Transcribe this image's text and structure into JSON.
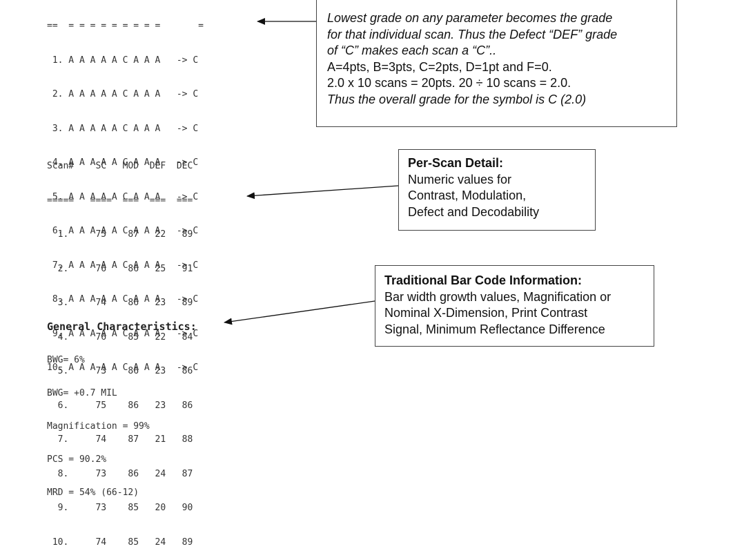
{
  "grade_table": {
    "header_marks": "==  = = = = = = = = =       =",
    "rows": [
      " 1. A A A A A C A A A   -> C",
      " 2. A A A A A C A A A   -> C",
      " 3. A A A A A C A A A   -> C",
      " 4. A A A A A C A A A   -> C",
      " 5. A A A A A C A A A   -> C",
      " 6. A A A A A C A A A   -> C",
      " 7. A A A A A C A A A   -> C",
      " 8. A A A A A C A A A   -> C",
      " 9. A A A A A C A A A   -> C",
      "10. A A A A A C A A A   -> C"
    ]
  },
  "grade_note": {
    "lines": [
      {
        "text": "Lowest grade on any parameter becomes the grade",
        "italic": true
      },
      {
        "text": "for that individual scan. Thus the Defect “DEF” grade",
        "italic": true
      },
      {
        "text": "of “C” makes each scan a “C”..",
        "italic": true
      },
      {
        "text": "A=4pts, B=3pts, C=2pts, D=1pt and F=0.",
        "italic": false
      },
      {
        "text": "2.0 x 10 scans = 20pts.  20 ÷ 10 scans = 2.0.",
        "italic": false
      },
      {
        "text": "Thus the overall grade for the symbol is C (2.0)",
        "italic": true
      }
    ]
  },
  "scan_table": {
    "header": "Scan#    SC   MOD  DEF  DEC",
    "underline": "=====   ====  ===  ===  ===",
    "rows": [
      "  1.     75    87   22   89",
      "  2.     76    86   25   91",
      "  3.     74    86   23   89",
      "  4.     76    85   22   84",
      "  5.     73    86   23   86",
      "  6.     75    86   23   86",
      "  7.     74    87   21   88",
      "  8.     73    86   24   87",
      "  9.     73    85   20   90",
      " 10.     74    85   24   89"
    ]
  },
  "per_scan_note": {
    "title": "Per-Scan Detail:",
    "lines": [
      "Numeric values for",
      "Contrast, Modulation,",
      "Defect and Decodability"
    ]
  },
  "general": {
    "title": "General Characteristics:",
    "lines": [
      "BWG= 6%",
      "BWG= +0.7 MIL",
      "Magnification = 99%",
      "PCS = 90.2%",
      "MRD = 54% (66-12)"
    ]
  },
  "traditional_note": {
    "title": "Traditional Bar Code Information:",
    "lines": [
      "Bar width growth values, Magnification or",
      "Nominal X-Dimension, Print Contrast",
      "Signal, Minimum Reflectance Difference"
    ]
  }
}
